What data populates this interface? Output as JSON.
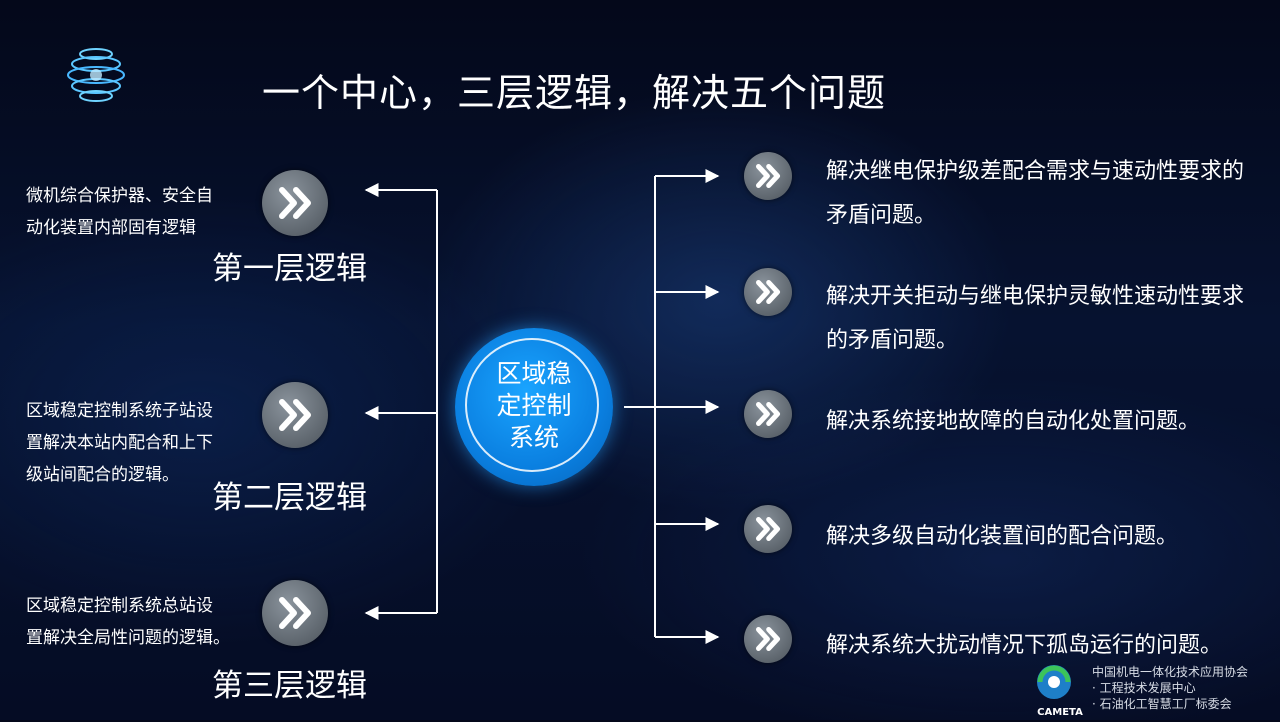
{
  "title": "一个中心，三层逻辑，解决五个问题",
  "center": {
    "line1": "区域稳",
    "line2": "定控制",
    "line3": "系统"
  },
  "layers": [
    {
      "label": "第一层逻辑",
      "description": "微机综合保护器、安全自\n动化装置内部固有逻辑"
    },
    {
      "label": "第二层逻辑",
      "description": "区域稳定控制系统子站设\n置解决本站内配合和上下\n级站间配合的逻辑。"
    },
    {
      "label": "第三层逻辑",
      "description": "区域稳定控制系统总站设\n置解决全局性问题的逻辑。"
    }
  ],
  "problems": [
    {
      "text": "解决继电保护级差配合需求与速动性要求的矛盾问题。"
    },
    {
      "text": "解决开关拒动与继电保护灵敏性速动性要求的矛盾问题。"
    },
    {
      "text": "解决系统接地故障的自动化处置问题。"
    },
    {
      "text": "解决多级自动化装置间的配合问题。"
    },
    {
      "text": "解决系统大扰动情况下孤岛运行的问题。"
    }
  ],
  "footer": {
    "org": "中国机电一体化技术应用协会\n · 工程技术发展中心\n · 石油化工智慧工厂标委会",
    "logo_text": "CAMETA"
  },
  "colors": {
    "center": "#0a7fe0",
    "button": "#6b737b",
    "line": "#ffffff"
  },
  "icons": {
    "orb": "globe-swirl-icon",
    "arrow": "double-chevron-right-icon"
  }
}
